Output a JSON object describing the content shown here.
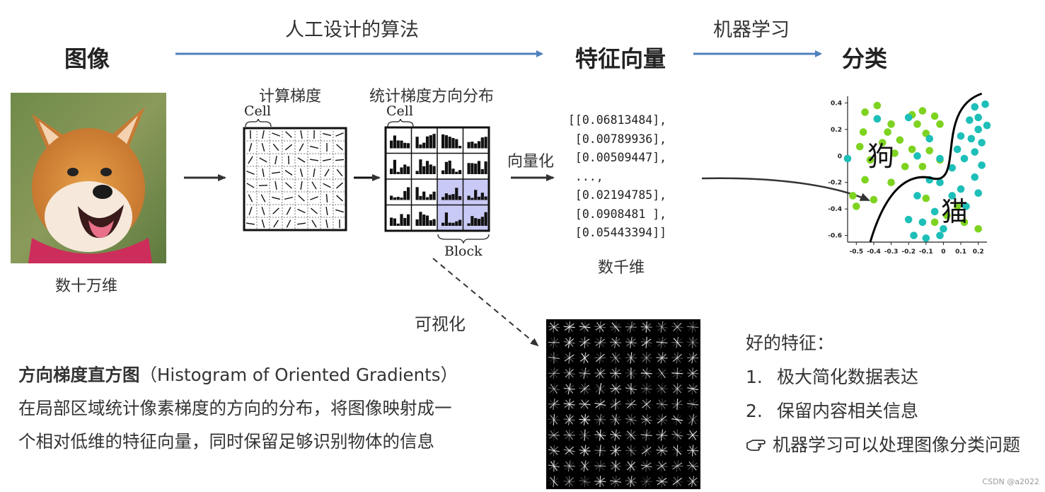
{
  "header": {
    "image": "图像",
    "feature_vector": "特征向量",
    "classify": "分类",
    "handcrafted": "人工设计的算法",
    "ml": "机器学习"
  },
  "pipeline": {
    "image_dim": "数十万维",
    "compute_gradient": "计算梯度",
    "stat_direction": "统计梯度方向分布",
    "cell": "Cell",
    "block": "Block",
    "vectorize": "向量化",
    "vector_values": [
      "0.06813484",
      "0.00789936",
      "0.00509447",
      "...",
      "0.02194785",
      "0.0908481 ",
      "0.05443394"
    ],
    "vector_dim": "数千维",
    "visualize": "可视化"
  },
  "scatter": {
    "dog_label": "狗",
    "cat_label": "猫",
    "x_ticks": [
      "-0.5",
      "-0.4",
      "-0.3",
      "-0.2",
      "-0.1",
      "0",
      "0.1",
      "0.2"
    ],
    "y_ticks": [
      "0.4",
      "0.2",
      "0",
      "-0.2",
      "-0.4",
      "-0.6"
    ],
    "colors": {
      "dog": "#7ED321",
      "cat": "#1DBFB8",
      "boundary": "#000000"
    }
  },
  "chart_data": {
    "type": "scatter",
    "xlim": [
      -0.55,
      0.25
    ],
    "ylim": [
      -0.65,
      0.45
    ],
    "grid": false,
    "series": [
      {
        "name": "狗",
        "points": [
          [
            -0.45,
            0.33
          ],
          [
            -0.38,
            0.38
          ],
          [
            -0.3,
            0.24
          ],
          [
            -0.12,
            0.34
          ],
          [
            -0.18,
            0.31
          ],
          [
            -0.05,
            0.3
          ],
          [
            -0.32,
            0.18
          ],
          [
            -0.15,
            0.24
          ],
          [
            -0.02,
            0.24
          ],
          [
            -0.46,
            0.18
          ],
          [
            -0.35,
            0.1
          ],
          [
            -0.25,
            0.12
          ],
          [
            -0.1,
            0.17
          ],
          [
            -0.48,
            0.07
          ],
          [
            -0.28,
            0.02
          ],
          [
            -0.18,
            0.05
          ],
          [
            -0.08,
            0.04
          ],
          [
            -0.42,
            -0.03
          ],
          [
            -0.22,
            -0.08
          ],
          [
            -0.12,
            -0.08
          ],
          [
            -0.02,
            -0.03
          ],
          [
            -0.45,
            -0.18
          ],
          [
            -0.3,
            -0.2
          ],
          [
            -0.52,
            -0.3
          ],
          [
            -0.4,
            -0.33
          ],
          [
            -0.5,
            -0.38
          ],
          [
            -0.1,
            -0.32
          ],
          [
            -0.05,
            -0.5
          ],
          [
            0.02,
            -0.45
          ],
          [
            0.12,
            -0.5
          ],
          [
            0.2,
            -0.55
          ],
          [
            0.08,
            -0.38
          ]
        ]
      },
      {
        "name": "猫",
        "points": [
          [
            -0.55,
            -0.02
          ],
          [
            -0.38,
            0.28
          ],
          [
            -0.2,
            0.29
          ],
          [
            0.18,
            0.37
          ],
          [
            0.24,
            0.39
          ],
          [
            0.2,
            0.29
          ],
          [
            0.15,
            0.27
          ],
          [
            0.25,
            0.23
          ],
          [
            0.1,
            0.15
          ],
          [
            0.2,
            0.2
          ],
          [
            0.16,
            0.13
          ],
          [
            0.22,
            0.1
          ],
          [
            -0.08,
            0.13
          ],
          [
            0.08,
            0.05
          ],
          [
            0.18,
            0.03
          ],
          [
            -0.15,
            0.0
          ],
          [
            -0.02,
            -0.02
          ],
          [
            0.12,
            -0.02
          ],
          [
            0.22,
            -0.07
          ],
          [
            0.05,
            -0.09
          ],
          [
            0.18,
            -0.16
          ],
          [
            -0.08,
            -0.18
          ],
          [
            -0.02,
            -0.2
          ],
          [
            0.1,
            -0.25
          ],
          [
            0.2,
            -0.28
          ],
          [
            -0.15,
            -0.3
          ],
          [
            0.05,
            -0.3
          ],
          [
            0.13,
            -0.38
          ],
          [
            -0.2,
            -0.48
          ],
          [
            -0.12,
            -0.5
          ],
          [
            -0.05,
            -0.42
          ],
          [
            0.0,
            -0.55
          ],
          [
            -0.17,
            -0.6
          ],
          [
            -0.1,
            -0.62
          ],
          [
            -0.02,
            -0.6
          ]
        ]
      }
    ]
  },
  "hog": {
    "title_bold": "方向梯度直方图",
    "title_rest": "（Histogram of Oriented Gradients）",
    "line1": "在局部区域统计像素梯度的方向的分布，将图像映射成一",
    "line2": "个相对低维的特征向量，同时保留足够识别物体的信息"
  },
  "good_features": {
    "title": "好的特征：",
    "items": [
      {
        "num": "1.",
        "text": "极大简化数据表达"
      },
      {
        "num": "2.",
        "text": "保留内容相关信息"
      }
    ],
    "note": "机器学习可以处理图像分类问题",
    "note_icon": "pointing-hand-icon"
  },
  "watermark": "CSDN @a2022"
}
